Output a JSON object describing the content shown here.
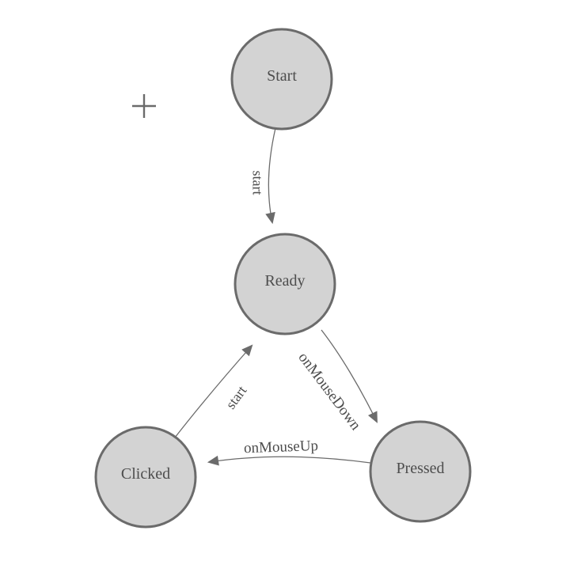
{
  "diagram": {
    "type": "state-machine",
    "background": "#ffffff",
    "palette": {
      "node_fill": "#d3d3d3",
      "node_stroke": "#6b6b6b",
      "edge_color": "#6b6b6b",
      "label_color": "#4d4d4d",
      "cursor_color": "#6b6b6b"
    },
    "nodes": [
      {
        "id": "start",
        "label": "Start"
      },
      {
        "id": "ready",
        "label": "Ready"
      },
      {
        "id": "clicked",
        "label": "Clicked"
      },
      {
        "id": "pressed",
        "label": "Pressed"
      }
    ],
    "edges": [
      {
        "id": "start-to-ready",
        "from": "Start",
        "to": "Ready",
        "label": "start"
      },
      {
        "id": "ready-to-pressed",
        "from": "Ready",
        "to": "Pressed",
        "label": "onMouseDown"
      },
      {
        "id": "pressed-to-clicked",
        "from": "Pressed",
        "to": "Clicked",
        "label": "onMouseUp"
      },
      {
        "id": "clicked-to-ready",
        "from": "Clicked",
        "to": "Ready",
        "label": "start"
      }
    ],
    "cursor": {
      "glyph": "crosshair-plus"
    }
  }
}
